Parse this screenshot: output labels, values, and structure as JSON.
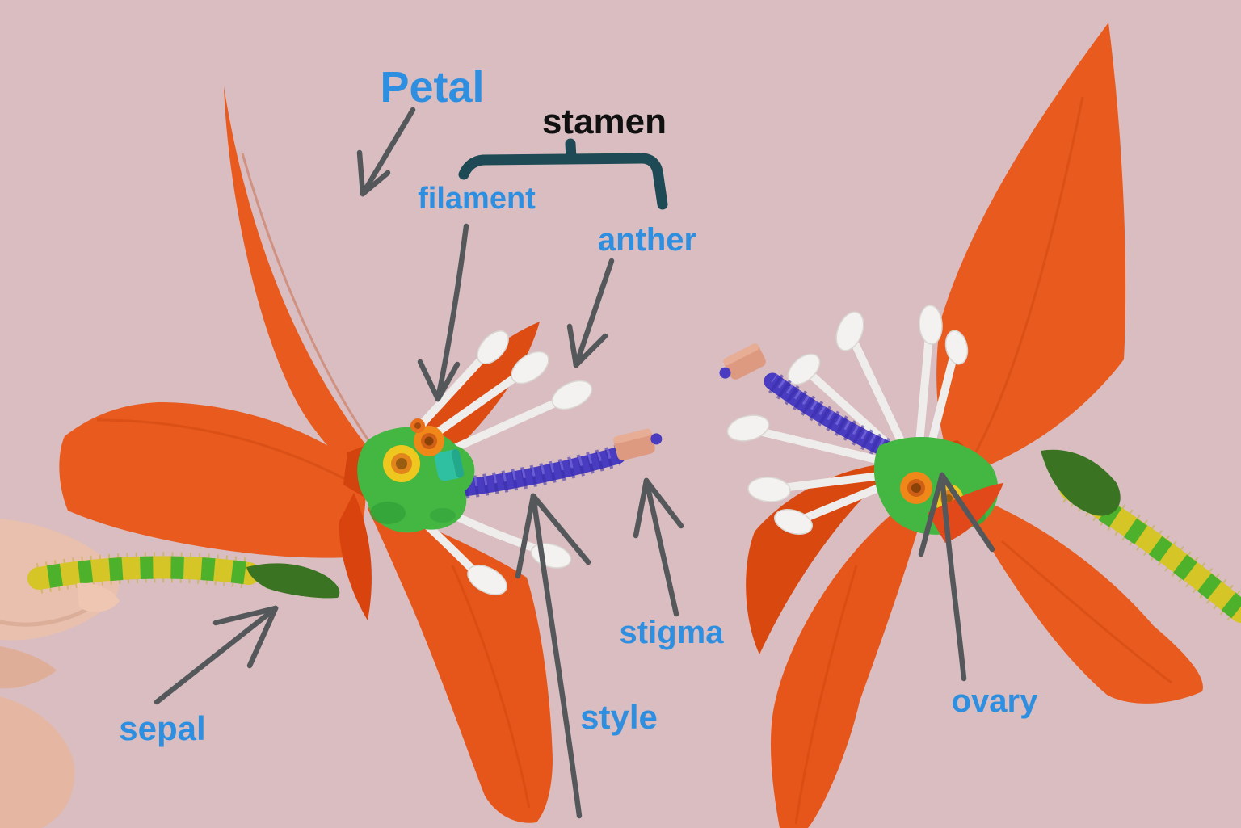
{
  "scene": {
    "description": "Labeled craft model of flower anatomy: two orange paper flowers built from cotton swabs, pipe cleaners, beads and clay on a dusty-pink background",
    "background_color": "#d9bdc0"
  },
  "labels": {
    "petal": {
      "text": "Petal",
      "color": "#2e8fe0"
    },
    "stamen": {
      "text": "stamen",
      "color": "#101010"
    },
    "filament": {
      "text": "filament",
      "color": "#2e8fe0"
    },
    "anther": {
      "text": "anther",
      "color": "#2e8fe0"
    },
    "stigma": {
      "text": "stigma",
      "color": "#2e8fe0"
    },
    "style": {
      "text": "style",
      "color": "#2e8fe0"
    },
    "sepal": {
      "text": "sepal",
      "color": "#2e8fe0"
    },
    "ovary": {
      "text": "ovary",
      "color": "#2e8fe0"
    }
  },
  "colors": {
    "petal_orange": "#e85a1d",
    "petal_shadow": "#d8430e",
    "arrow_gray": "#54585b",
    "stamen_bracket_teal": "#1d4a55",
    "pipe_cleaner_purple": "#4a3cc0",
    "stigma_bead_pink": "#de9a80",
    "ovary_clay_green": "#43b742",
    "stem_yellow": "#d5c526",
    "stem_green": "#3fae2e",
    "sepal_green": "#3a7322",
    "cotton_swab_white": "#efedeb",
    "bead_yellow": "#eec81e",
    "bead_orange": "#ef8818",
    "bead_teal": "#2fc0a2",
    "hand_skin": "#e9c0ad"
  }
}
